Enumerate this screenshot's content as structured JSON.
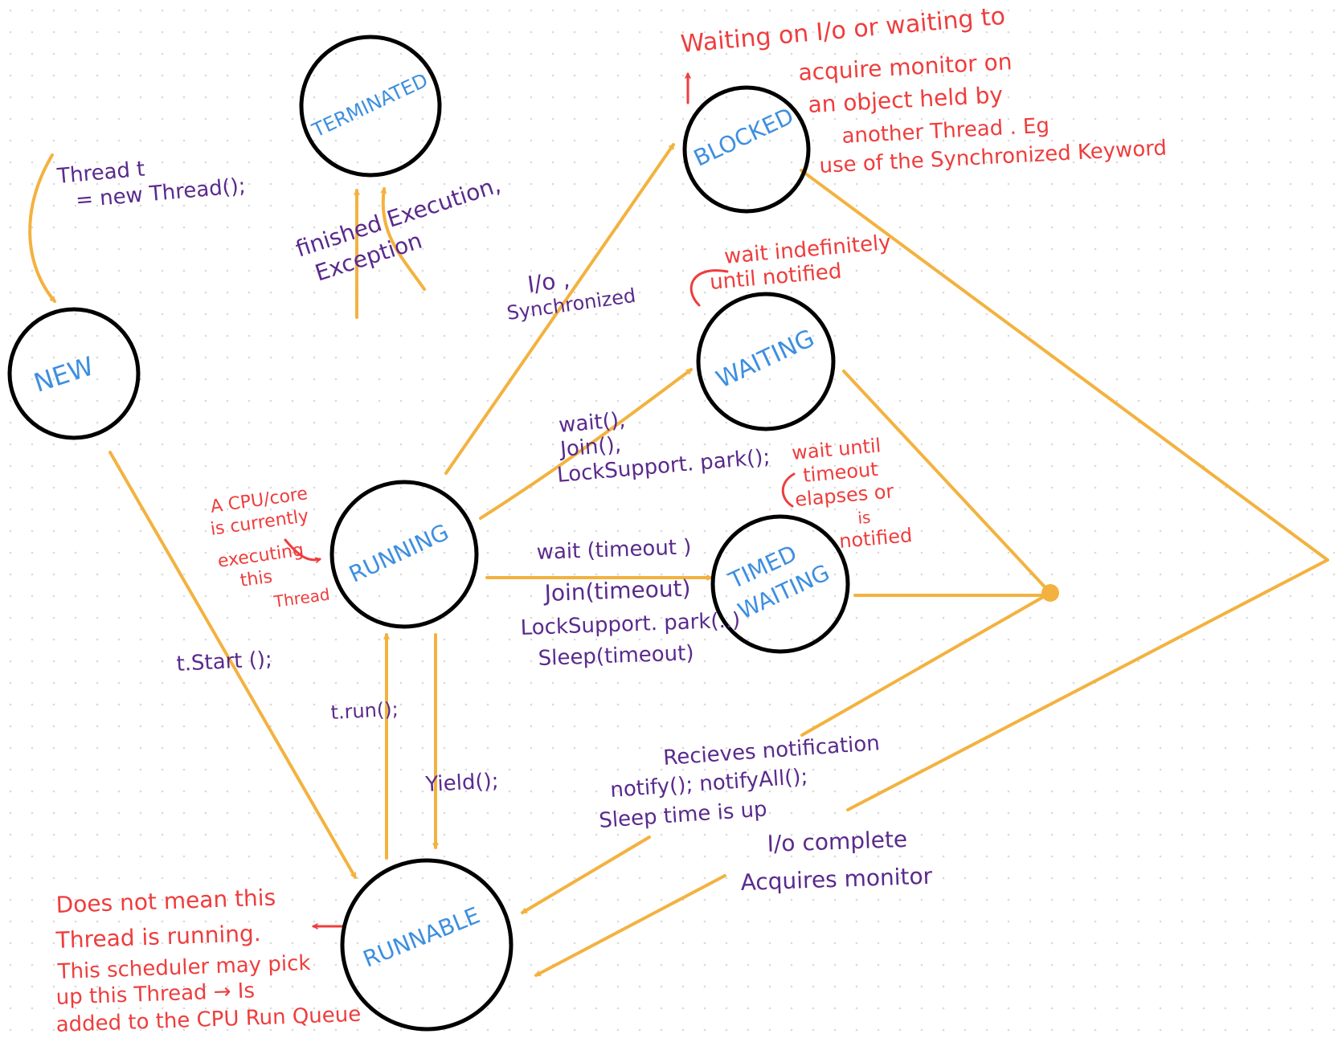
{
  "colors": {
    "background": "#ffffff",
    "grid_dot": "#d9d9d9",
    "circle_stroke": "#000000",
    "state_text": "#3d8fe0",
    "arrow": "#f3b23f",
    "method_text": "#5a2a8c",
    "note_text": "#ee3d3d"
  },
  "states": {
    "new": "NEW",
    "terminated": "TERMINATED",
    "blocked": "BLOCKED",
    "waiting": "WAITING",
    "running": "RUNNING",
    "timed_waiting_line1": "TIMED",
    "timed_waiting_line2": "WAITING",
    "runnable": "RUNNABLE"
  },
  "transitions": {
    "thread_new_line1": "Thread t",
    "thread_new_line2": "= new Thread();",
    "finished_line1": "finished Execution,",
    "finished_line2": "Exception",
    "io_sync_line1": "I/o ,",
    "io_sync_line2": "Synchronized",
    "wait_join_line1": "wait(),",
    "wait_join_line2": "Join(),",
    "wait_join_line3": "LockSupport. park();",
    "timed_line1": "wait (timeout )",
    "timed_line2": "Join(timeout)",
    "timed_line3": "LockSupport. park(..)",
    "timed_line4": "Sleep(timeout)",
    "t_start": "t.Start ();",
    "t_run": "t.run();",
    "yield": "Yield();",
    "notify_line1": "Recieves notification",
    "notify_line2": "notify(); notifyAll();",
    "notify_line3": "Sleep time is up",
    "io_complete_line1": "I/o complete",
    "io_complete_line2": "Acquires monitor"
  },
  "notes": {
    "blocked_line1": "Waiting on I/o or waiting to",
    "blocked_line2": "acquire monitor on",
    "blocked_line3": "an object held by",
    "blocked_line4": "another Thread . Eg",
    "blocked_line5": "use of the Synchronized Keyword",
    "waiting_line1": "wait indefinitely",
    "waiting_line2": "until notified",
    "timed_line1": "wait until",
    "timed_line2": "timeout",
    "timed_line3": "elapses or",
    "timed_line4": "is",
    "timed_line5": "notified",
    "running_line1": "A CPU/core",
    "running_line2": "is currently",
    "running_line3": "executing",
    "running_line4": "this",
    "running_line5": "Thread",
    "runnable_line1": "Does not mean this",
    "runnable_line2": "Thread is running.",
    "runnable_line3": "This scheduler may pick",
    "runnable_line4": "up this Thread → Is",
    "runnable_line5": "added to the CPU Run Queue"
  }
}
